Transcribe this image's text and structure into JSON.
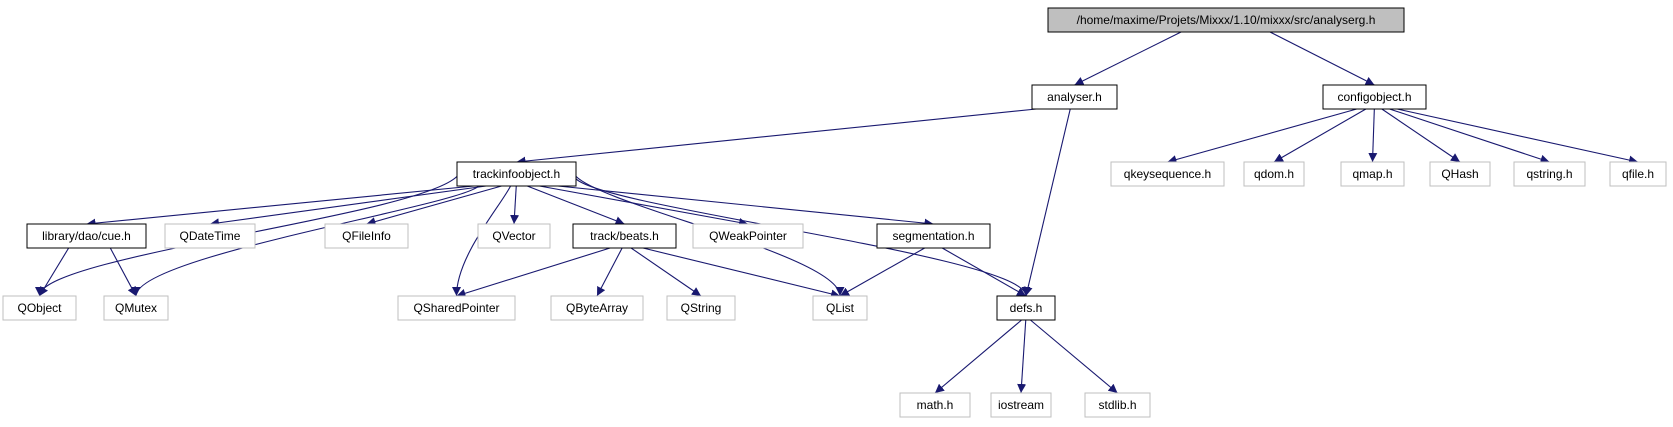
{
  "colors": {
    "edge": "#191970",
    "primary_border": "#000000",
    "external_border": "#bfbfbf",
    "root_fill": "#bfbfbf",
    "node_fill": "#ffffff"
  },
  "nodes": {
    "root": {
      "label": "/home/maxime/Projets/Mixxx/1.10/mixxx/src/analyserg.h",
      "style": "root"
    },
    "analyser": {
      "label": "analyser.h",
      "style": "primary"
    },
    "configobject": {
      "label": "configobject.h",
      "style": "primary"
    },
    "trackinfoobject": {
      "label": "trackinfoobject.h",
      "style": "primary"
    },
    "qkeysequence": {
      "label": "qkeysequence.h",
      "style": "external"
    },
    "qdom": {
      "label": "qdom.h",
      "style": "external"
    },
    "qmap": {
      "label": "qmap.h",
      "style": "external"
    },
    "qhash": {
      "label": "QHash",
      "style": "external"
    },
    "qstring_h": {
      "label": "qstring.h",
      "style": "external"
    },
    "qfile": {
      "label": "qfile.h",
      "style": "external"
    },
    "cue": {
      "label": "library/dao/cue.h",
      "style": "primary"
    },
    "qdatetime": {
      "label": "QDateTime",
      "style": "external"
    },
    "qfileinfo": {
      "label": "QFileInfo",
      "style": "external"
    },
    "qvector": {
      "label": "QVector",
      "style": "external"
    },
    "beats": {
      "label": "track/beats.h",
      "style": "primary"
    },
    "qweakpointer": {
      "label": "QWeakPointer",
      "style": "external"
    },
    "segmentation": {
      "label": "segmentation.h",
      "style": "primary"
    },
    "qobject": {
      "label": "QObject",
      "style": "external"
    },
    "qmutex": {
      "label": "QMutex",
      "style": "external"
    },
    "qsharedpointer": {
      "label": "QSharedPointer",
      "style": "external"
    },
    "qbytearray": {
      "label": "QByteArray",
      "style": "external"
    },
    "qstring": {
      "label": "QString",
      "style": "external"
    },
    "qlist": {
      "label": "QList",
      "style": "external"
    },
    "defs": {
      "label": "defs.h",
      "style": "primary"
    },
    "math": {
      "label": "math.h",
      "style": "external"
    },
    "iostream": {
      "label": "iostream",
      "style": "external"
    },
    "stdlib": {
      "label": "stdlib.h",
      "style": "external"
    }
  },
  "edges": [
    [
      "root",
      "analyser"
    ],
    [
      "root",
      "configobject"
    ],
    [
      "analyser",
      "trackinfoobject"
    ],
    [
      "analyser",
      "defs"
    ],
    [
      "configobject",
      "qkeysequence"
    ],
    [
      "configobject",
      "qdom"
    ],
    [
      "configobject",
      "qmap"
    ],
    [
      "configobject",
      "qhash"
    ],
    [
      "configobject",
      "qstring_h"
    ],
    [
      "configobject",
      "qfile"
    ],
    [
      "trackinfoobject",
      "qobject"
    ],
    [
      "trackinfoobject",
      "cue"
    ],
    [
      "trackinfoobject",
      "qdatetime"
    ],
    [
      "trackinfoobject",
      "qmutex"
    ],
    [
      "trackinfoobject",
      "qfileinfo"
    ],
    [
      "trackinfoobject",
      "qsharedpointer"
    ],
    [
      "trackinfoobject",
      "qvector"
    ],
    [
      "trackinfoobject",
      "beats"
    ],
    [
      "trackinfoobject",
      "qweakpointer"
    ],
    [
      "trackinfoobject",
      "qlist"
    ],
    [
      "trackinfoobject",
      "segmentation"
    ],
    [
      "trackinfoobject",
      "defs"
    ],
    [
      "cue",
      "qobject"
    ],
    [
      "cue",
      "qmutex"
    ],
    [
      "beats",
      "qsharedpointer"
    ],
    [
      "beats",
      "qbytearray"
    ],
    [
      "beats",
      "qstring"
    ],
    [
      "beats",
      "qlist"
    ],
    [
      "segmentation",
      "qlist"
    ],
    [
      "segmentation",
      "defs"
    ],
    [
      "defs",
      "math"
    ],
    [
      "defs",
      "iostream"
    ],
    [
      "defs",
      "stdlib"
    ]
  ]
}
